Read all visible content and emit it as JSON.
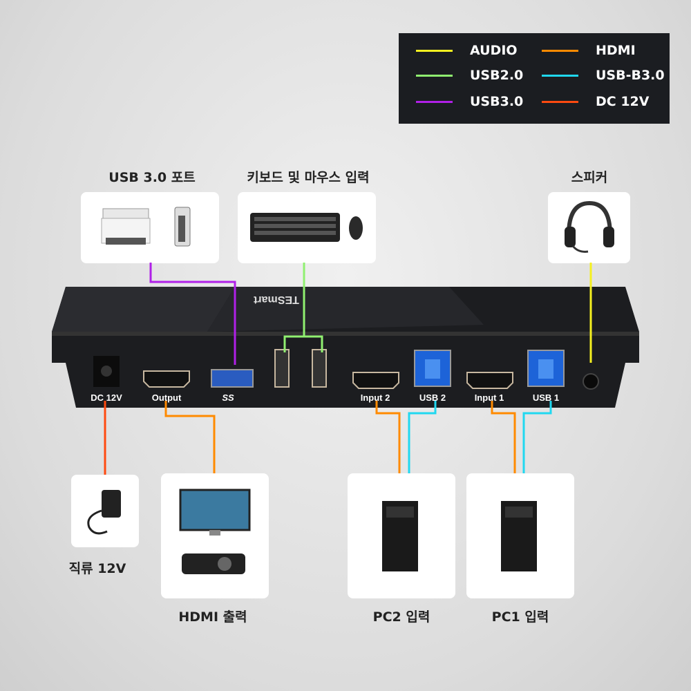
{
  "legend": {
    "items": [
      {
        "label": "AUDIO",
        "color": "#f5f020"
      },
      {
        "label": "USB2.0",
        "color": "#90f070"
      },
      {
        "label": "USB3.0",
        "color": "#b020e8"
      },
      {
        "label": "HDMI",
        "color": "#ff8a00"
      },
      {
        "label": "USB-B3.0",
        "color": "#20d8f0"
      },
      {
        "label": "DC 12V",
        "color": "#ff4a10"
      }
    ]
  },
  "devices": {
    "usb3_port": "USB 3.0 포트",
    "keyboard_mouse": "키보드 및 마우스 입력",
    "speaker": "스피커",
    "dc_power": "직류 12V",
    "hdmi_output": "HDMI 출력",
    "pc2_input": "PC2 입력",
    "pc1_input": "PC1 입력"
  },
  "switch": {
    "brand": "TESmart",
    "ports": {
      "dc": "DC 12V",
      "output": "Output",
      "ss": "SS",
      "input2": "Input 2",
      "usb2": "USB 2",
      "input1": "Input 1",
      "usb1": "USB 1"
    }
  }
}
